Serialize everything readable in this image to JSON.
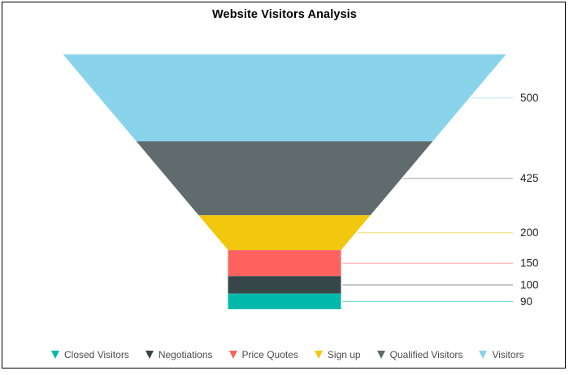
{
  "title": "Website Visitors Analysis",
  "chart_data": {
    "type": "funnel",
    "title": "Website Visitors Analysis",
    "orientation": "top-to-bottom",
    "neck_starts_at_segment": 3,
    "segments": [
      {
        "label": "Visitors",
        "value": 500,
        "color": "#8AD4EB"
      },
      {
        "label": "Qualified Visitors",
        "value": 425,
        "color": "#5F6B6D"
      },
      {
        "label": "Sign up",
        "value": 200,
        "color": "#F2C80F"
      },
      {
        "label": "Price Quotes",
        "value": 150,
        "color": "#FD625E"
      },
      {
        "label": "Negotiations",
        "value": 100,
        "color": "#374649"
      },
      {
        "label": "Closed Visitors",
        "value": 90,
        "color": "#01B8AA"
      }
    ],
    "value_labels": [
      "500",
      "425",
      "200",
      "150",
      "100",
      "90"
    ],
    "legend_position": "bottom",
    "legend_items": [
      {
        "label": "Closed Visitors",
        "color": "#01B8AA"
      },
      {
        "label": "Negotiations",
        "color": "#374649"
      },
      {
        "label": "Price Quotes",
        "color": "#FD625E"
      },
      {
        "label": "Sign up",
        "color": "#F2C80F"
      },
      {
        "label": "Qualified Visitors",
        "color": "#5F6B6D"
      },
      {
        "label": "Visitors",
        "color": "#8AD4EB"
      }
    ]
  }
}
